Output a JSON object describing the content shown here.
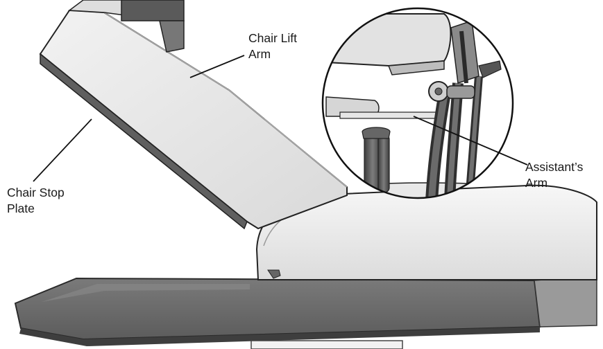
{
  "labels": {
    "chair_lift_arm": [
      "Chair Lift",
      "Arm"
    ],
    "chair_stop_plate": [
      "Chair Stop",
      "Plate"
    ],
    "assistants_arm": [
      "Assistant’s",
      "Arm"
    ]
  },
  "colors": {
    "base_plate": "#6f6f6f",
    "base_plate_edge": "#3e3e3e",
    "housing": "#eeeeee",
    "arm_body": "#e8e8e8",
    "outline": "#222222",
    "hose": "#555555"
  }
}
